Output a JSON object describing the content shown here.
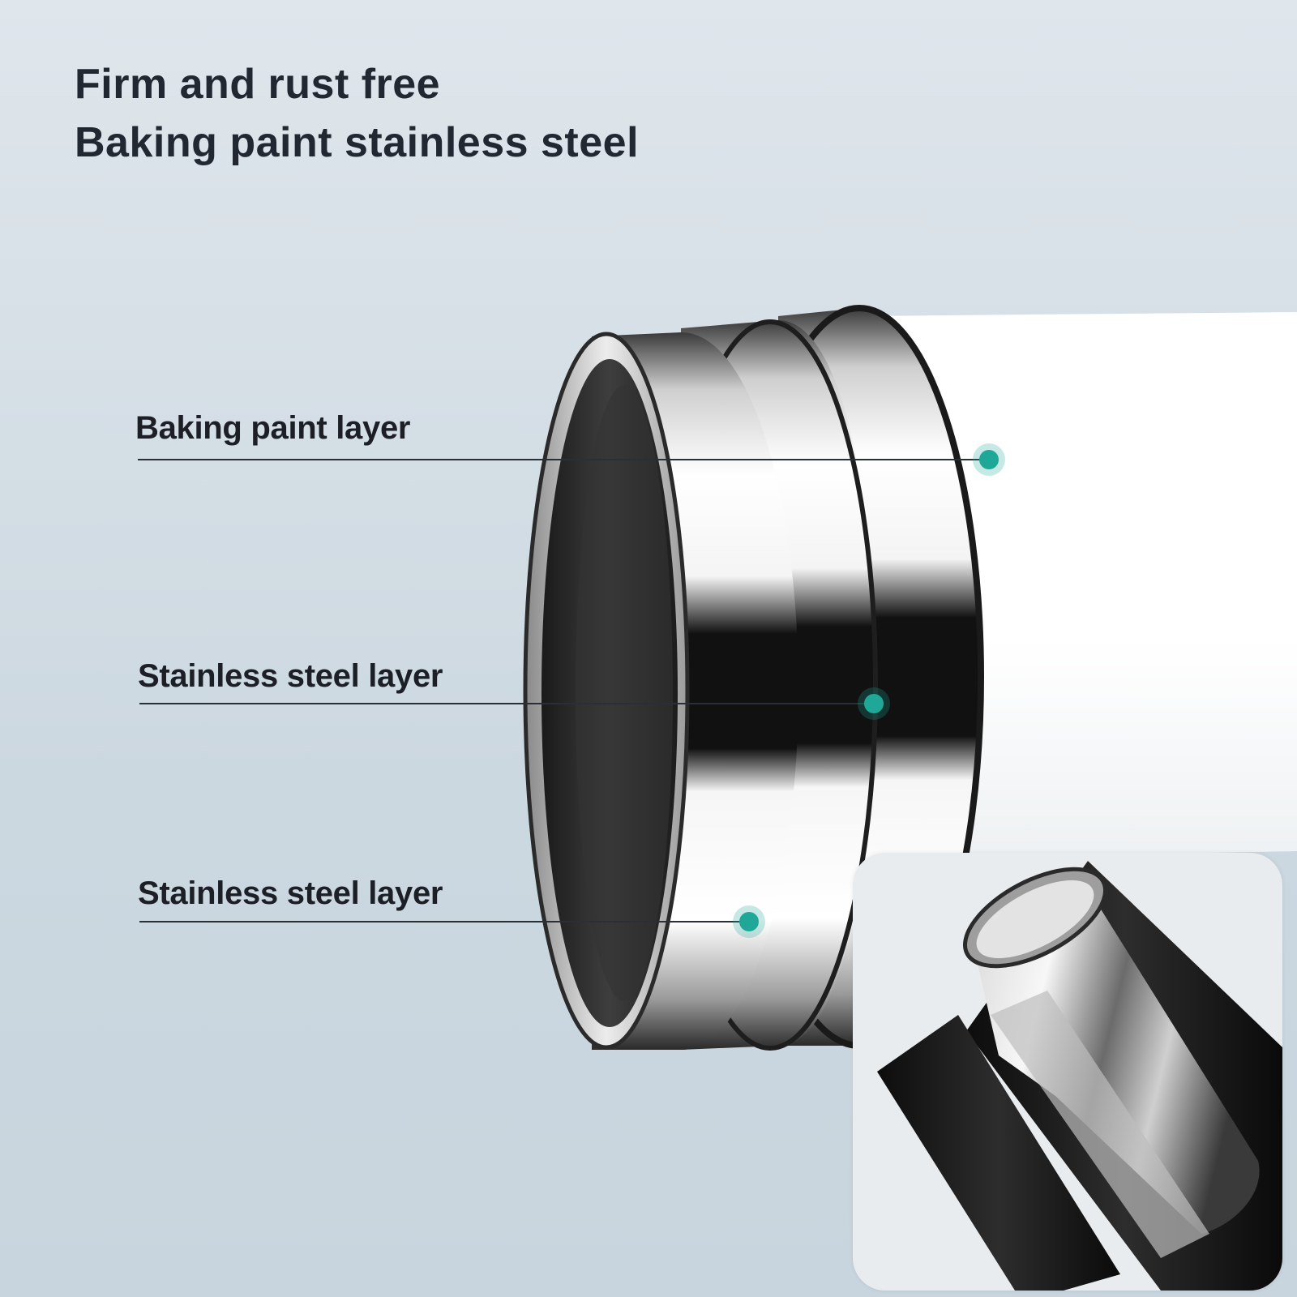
{
  "headline": {
    "line1": "Firm and rust free",
    "line2": "Baking paint stainless steel"
  },
  "callouts": [
    {
      "label": "Baking paint layer"
    },
    {
      "label": "Stainless steel layer"
    },
    {
      "label": "Stainless steel layer"
    }
  ],
  "colors": {
    "marker": "#1fa898",
    "text": "#1c2026",
    "background": "#d5dee5",
    "pipe_white": "#ffffff"
  }
}
